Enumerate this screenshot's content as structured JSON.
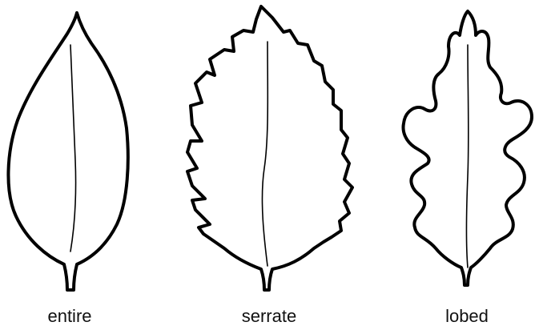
{
  "diagram": {
    "stroke_color": "#000000",
    "background": "#ffffff",
    "leaves": [
      {
        "id": "entire",
        "label": "entire",
        "icon": "entire-leaf-icon"
      },
      {
        "id": "serrate",
        "label": "serrate",
        "icon": "serrate-leaf-icon"
      },
      {
        "id": "lobed",
        "label": "lobed",
        "icon": "lobed-leaf-icon"
      }
    ]
  }
}
